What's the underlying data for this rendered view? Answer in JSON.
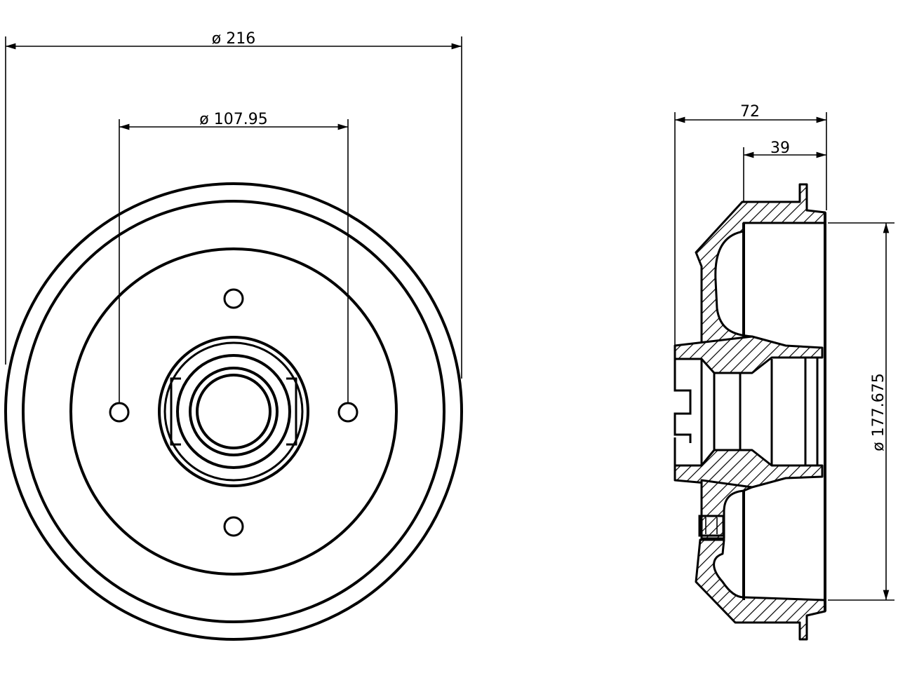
{
  "dimensions": {
    "outer_diameter": "ø 216",
    "bolt_circle_diameter": "ø 107.95",
    "total_width": "72",
    "hub_width": "39",
    "inner_diameter": "ø 177.675"
  },
  "colors": {
    "line": "#000000",
    "background": "#ffffff"
  }
}
